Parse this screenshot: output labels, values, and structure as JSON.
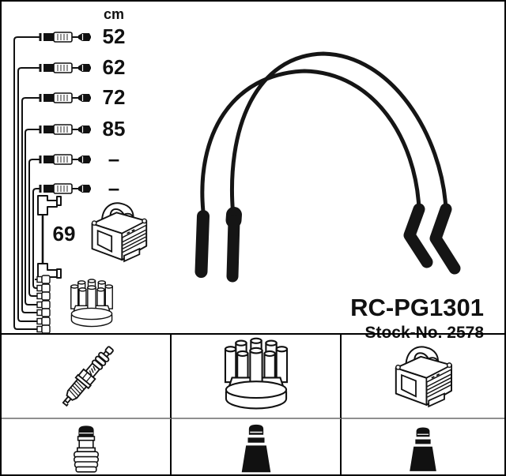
{
  "page": {
    "background": "#ffffff",
    "ink": "#111111"
  },
  "measurements": {
    "unit_label": "cm",
    "cables": [
      {
        "label": "52"
      },
      {
        "label": "62"
      },
      {
        "label": "72"
      },
      {
        "label": "85"
      },
      {
        "label": "–"
      },
      {
        "label": "–"
      }
    ],
    "coil_wire_label": "69"
  },
  "part_info": {
    "part_number": "RC-PG1301",
    "stock_number": "Stock-No. 2578"
  },
  "components": {
    "row1": [
      {
        "name": "spark-plug"
      },
      {
        "name": "distributor-cap"
      },
      {
        "name": "ignition-coil"
      }
    ],
    "row2": [
      {
        "name": "spark-plug-terminal"
      },
      {
        "name": "distributor-boot"
      },
      {
        "name": "coil-boot"
      }
    ]
  }
}
